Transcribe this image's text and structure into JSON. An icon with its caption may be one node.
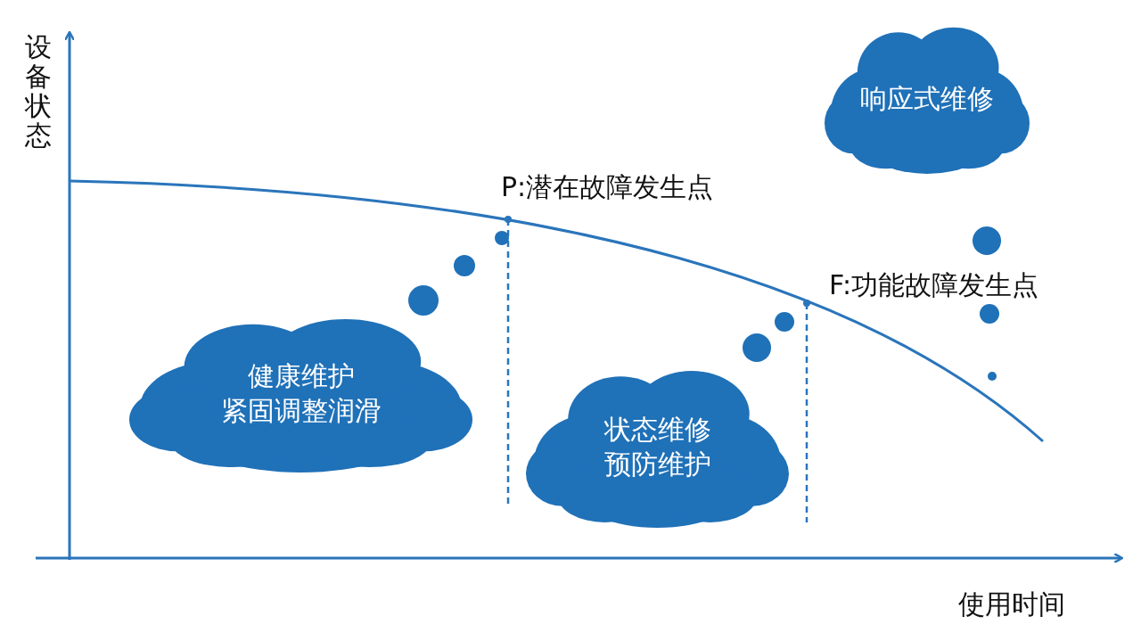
{
  "diagram": {
    "nodes": [
      {
        "text": [
          "响应式维修"
        ]
      },
      {
        "text": [
          "健康维护",
          "紧固调整润滑"
        ]
      },
      {
        "text": [
          "状态维修",
          "预防维护"
        ]
      }
    ],
    "labels": [
      "设备状态",
      "P:潜在故障发生点",
      "F:功能故障发生点",
      "使用时间"
    ]
  }
}
